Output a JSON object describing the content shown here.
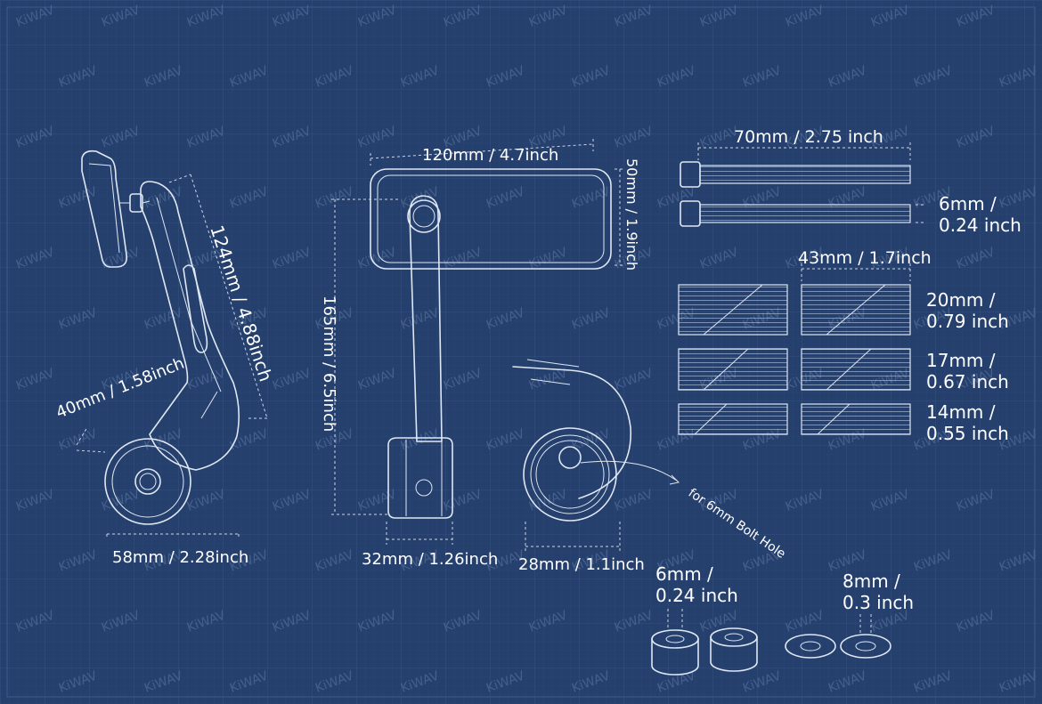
{
  "colors": {
    "background": "#26406e",
    "grid": "#33507f",
    "ink": "#dfe7f2",
    "label": "#ffffff"
  },
  "watermark": "KiWAV",
  "side_view": {
    "height_label": "124mm / 4.88inch",
    "depth_label": "40mm / 1.58inch",
    "width_label": "58mm / 2.28inch"
  },
  "front_view": {
    "mirror_width_label": "120mm / 4.7inch",
    "mirror_height_label": "50mm / 1.9inch",
    "arm_height_label": "165mm / 6.5inch",
    "clamp_width_label": "32mm / 1.26inch"
  },
  "clamp_view": {
    "diameter_label": "28mm / 1.1inch",
    "bolt_hole_label": "for 6mm Bolt Hole"
  },
  "bolts": {
    "length_label": "70mm / 2.75 inch",
    "diameter_label": "6mm / 0.24 inch"
  },
  "pads": {
    "width_label": "43mm / 1.7inch",
    "rows": [
      {
        "label": "20mm / 0.79 inch"
      },
      {
        "label": "17mm / 0.67 inch"
      },
      {
        "label": "14mm / 0.55 inch"
      }
    ]
  },
  "spacers": {
    "spacer_label": "6mm / 0.24 inch",
    "washer_label": "8mm / 0.3 inch"
  }
}
